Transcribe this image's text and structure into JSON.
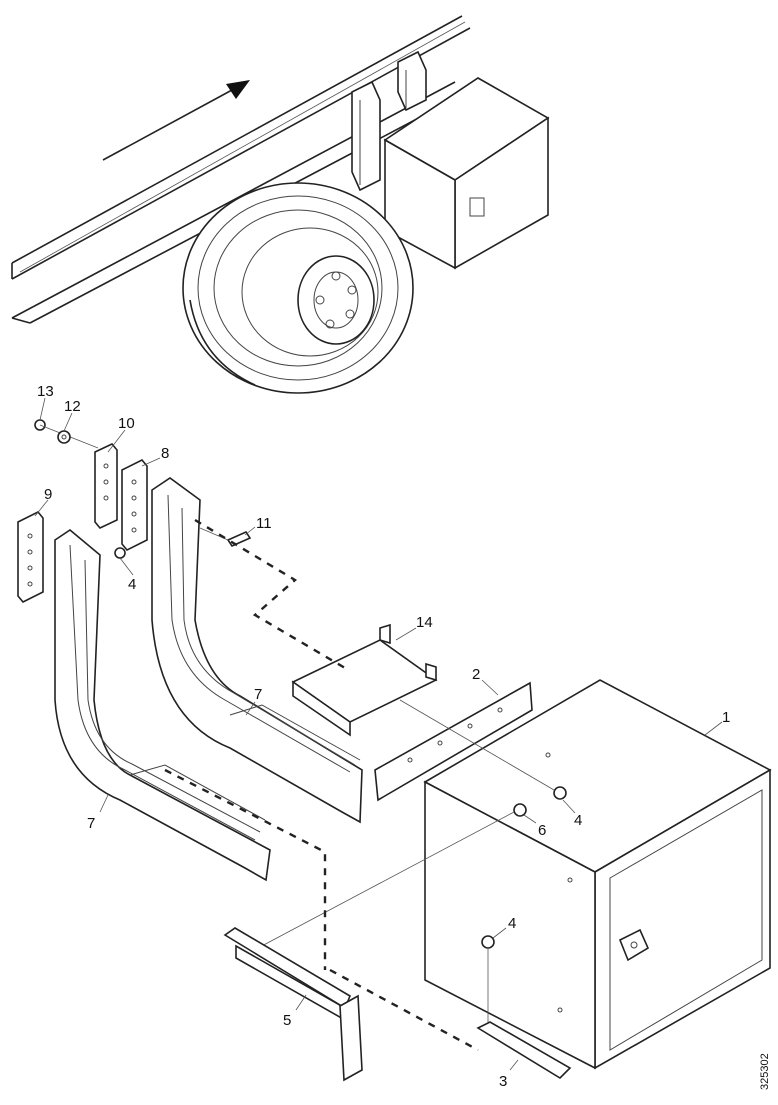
{
  "diagram": {
    "callouts": [
      {
        "id": "c1",
        "text": "1"
      },
      {
        "id": "c2",
        "text": "2"
      },
      {
        "id": "c3",
        "text": "3"
      },
      {
        "id": "c4a",
        "text": "4"
      },
      {
        "id": "c4b",
        "text": "4"
      },
      {
        "id": "c4c",
        "text": "4"
      },
      {
        "id": "c5",
        "text": "5"
      },
      {
        "id": "c6",
        "text": "6"
      },
      {
        "id": "c7a",
        "text": "7"
      },
      {
        "id": "c7b",
        "text": "7"
      },
      {
        "id": "c8",
        "text": "8"
      },
      {
        "id": "c9",
        "text": "9"
      },
      {
        "id": "c10",
        "text": "10"
      },
      {
        "id": "c11",
        "text": "11"
      },
      {
        "id": "c12",
        "text": "12"
      },
      {
        "id": "c13",
        "text": "13"
      },
      {
        "id": "c14",
        "text": "14"
      }
    ],
    "figure_code": "325302",
    "icons": [
      "direction-arrow-icon",
      "wheel-icon",
      "toolbox-icon"
    ]
  }
}
